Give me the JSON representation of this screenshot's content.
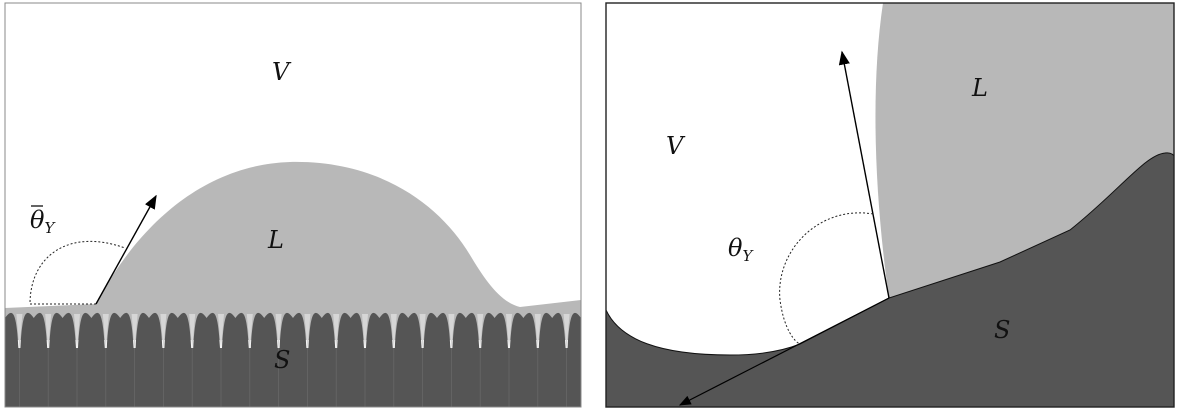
{
  "left_panel": {
    "labels": {
      "vapor": "V",
      "liquid": "L",
      "solid": "S",
      "angle": "θ",
      "angle_sub": "Y"
    },
    "colors": {
      "liquid": "#b8b8b8",
      "solid": "#555555",
      "frame": "#888888"
    }
  },
  "right_panel": {
    "labels": {
      "vapor": "V",
      "liquid": "L",
      "solid": "S",
      "angle": "θ",
      "angle_sub": "Y"
    },
    "colors": {
      "liquid": "#b8b8b8",
      "solid": "#555555",
      "frame": "#222222"
    }
  }
}
